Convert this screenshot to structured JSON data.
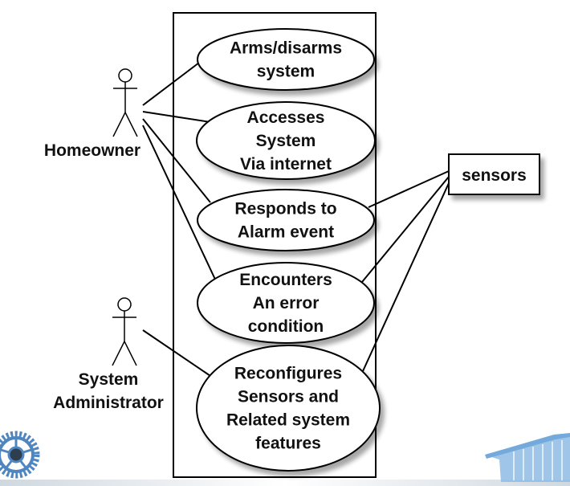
{
  "diagram": {
    "type": "uml-use-case",
    "system_boundary": {
      "label": ""
    },
    "actors": [
      {
        "id": "homeowner",
        "label_lines": [
          "Homeowner"
        ]
      },
      {
        "id": "sysadmin",
        "label_lines": [
          "System",
          "Administrator"
        ]
      }
    ],
    "use_cases": [
      {
        "id": "arm",
        "label_lines": [
          "Arms/disarms",
          "system"
        ]
      },
      {
        "id": "access",
        "label_lines": [
          "Accesses",
          "System",
          "Via internet"
        ]
      },
      {
        "id": "respond",
        "label_lines": [
          "Responds to",
          "Alarm event"
        ]
      },
      {
        "id": "error",
        "label_lines": [
          "Encounters",
          "An error",
          "condition"
        ]
      },
      {
        "id": "reconfig",
        "label_lines": [
          "Reconfigures",
          "Sensors and",
          "Related system",
          "features"
        ]
      }
    ],
    "external": [
      {
        "id": "sensors",
        "label": "sensors"
      }
    ],
    "associations": [
      {
        "from": "homeowner",
        "to": "arm"
      },
      {
        "from": "homeowner",
        "to": "access"
      },
      {
        "from": "homeowner",
        "to": "respond"
      },
      {
        "from": "homeowner",
        "to": "error"
      },
      {
        "from": "sysadmin",
        "to": "reconfig"
      },
      {
        "from": "sensors",
        "to": "respond"
      },
      {
        "from": "sensors",
        "to": "error"
      },
      {
        "from": "sensors",
        "to": "reconfig"
      }
    ],
    "decorations": [
      {
        "name": "gear-logo",
        "color": "#4f86c0"
      },
      {
        "name": "building-logo",
        "color": "#6fa8dc"
      }
    ]
  }
}
